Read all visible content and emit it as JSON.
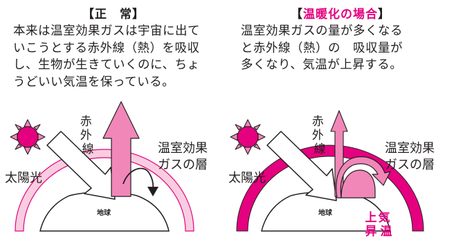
{
  "normal": {
    "title": "正　常",
    "lines": [
      "本来は温室効果ガスは宇宙に出て",
      "いこうとする赤外線（熱）を吸収",
      "し、生物が生きていくのに、ちょ",
      "うどいい気温を保っている。"
    ],
    "labels": {
      "infrared": [
        "赤",
        "外",
        "線"
      ],
      "gas_layer": [
        "温室効果",
        "ガスの層"
      ],
      "sunlight": "太陽光",
      "earth": "地球"
    }
  },
  "warming": {
    "title": "温暖化の場合",
    "lines": [
      "温室効果ガスの量が多くなる",
      "と赤外線（熱）の　吸収量が",
      "多くなり、気温が上昇する。"
    ],
    "labels": {
      "infrared": [
        "赤",
        "外",
        "線"
      ],
      "gas_layer": [
        "温室効果",
        "ガスの層"
      ],
      "sunlight": "太陽光",
      "earth": "地球",
      "temp_rise_col1": [
        "上",
        "昇"
      ],
      "temp_rise_col2": [
        "気",
        "温"
      ]
    }
  },
  "colors": {
    "magenta": "#e5007f",
    "pink": "#f087b8",
    "light_pink": "#f8cde0",
    "ink": "#231f20"
  }
}
